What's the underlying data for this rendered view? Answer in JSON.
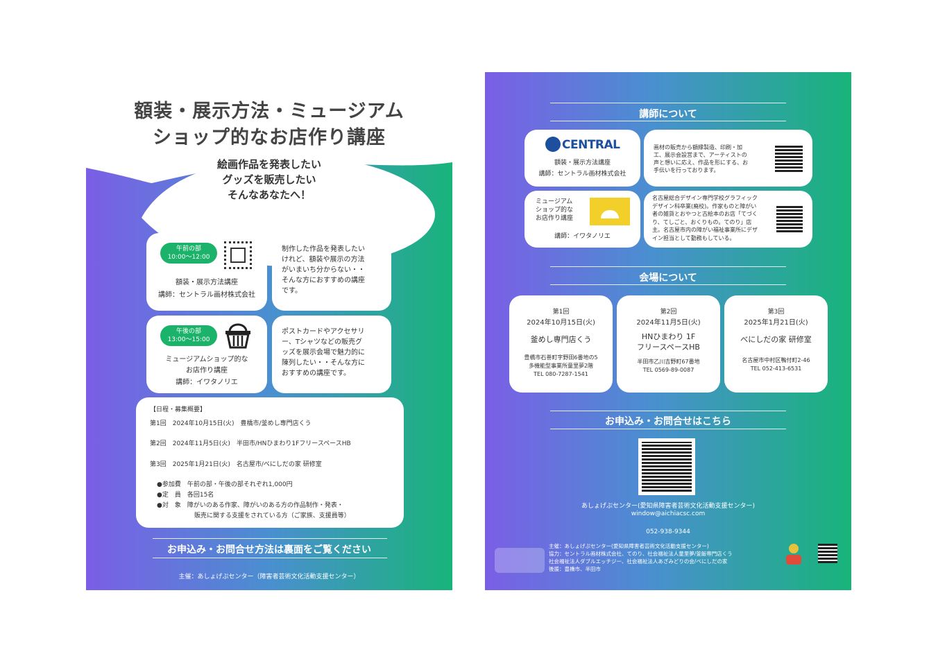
{
  "left": {
    "title_line1": "額装・展示方法・ミュージアム",
    "title_line2": "ショップ的なお店作り講座",
    "subtitle": [
      "絵画作品を発表したい",
      "グッズを販売したい",
      "そんなあなたへ！"
    ],
    "course1": {
      "badge_line1": "午前の部",
      "badge_line2": "10:00〜12:00",
      "name": "額装・展示方法講座",
      "teacher": "講師：セントラル画材株式会社",
      "description": [
        "制作した作品を発表したい",
        "けれど、額装や展示の方法",
        "がいまいち分からない・・",
        "そんな方におすすめの講座",
        "です。"
      ]
    },
    "course2": {
      "badge_line1": "午後の部",
      "badge_line2": "13:00〜15:00",
      "name_line1": "ミュージアムショップ的な",
      "name_line2": "お店作り講座",
      "teacher": "講師：イワタノリエ",
      "description": [
        "ポストカードやアクセサリ",
        "ー、Tシャツなどの販売グ",
        "ッズを展示会場で魅力的に",
        "陳列したい・・そんな方に",
        "おすすめの講座です。"
      ]
    },
    "schedule": {
      "heading": "【日程・募集概要】",
      "rows": [
        "第1回　2024年10月15日(火)　豊橋市/釜めし専門店くう",
        "第2回　2024年11月5日(火)　半田市/HNひまわり1FフリースペースHB",
        "第3回　2025年1月21日(火)　名古屋市/べにしだの家 研修室"
      ],
      "fee": "●参加費　午前の部・午後の部それぞれ1,000円",
      "capacity": "●定　員　各回15名",
      "target_line1": "●対　象　障がいのある作家、障がいのある方の作品制作・発表・",
      "target_line2": "販売に関する支援をされている方（ご家族、支援員等）"
    },
    "notice": "お申込み・お問合せ方法は裏面をご覧ください",
    "organizer": "主催：あしょげぷセンター（障害者芸術文化活動支援センター）"
  },
  "right": {
    "teachers_heading": "講師について",
    "teacher1": {
      "logo": "CENTRAL",
      "course": "額装・展示方法講座",
      "name": "講師：セントラル画材株式会社",
      "description": [
        "画材の販売から額縁製造、印刷・加",
        "工、展示会設営まで、アーティストの",
        "声と想いに応え、作品を形にする、お",
        "手伝いを行っております。"
      ]
    },
    "teacher2": {
      "course_line1": "ミュージアム",
      "course_line2": "ショップ的な",
      "course_line3": "お店作り講座",
      "name": "講師：イワタノリエ",
      "description": [
        "名古屋総合デザイン専門学校グラフィック",
        "デザイン科卒業(廃校)。作家ものと障がい",
        "者の雑貨とおやつと古絵本のお店「てづく",
        "り、てしごと、おくりもの。てのり」店",
        "主。名古屋市内の障がい福祉事業所にデザ",
        "イン担当として勤務もしている。"
      ]
    },
    "venue_heading": "会場について",
    "venues": [
      {
        "round": "第1回",
        "date": "2024年10月15日(火)",
        "place": "釜めし専門店くう",
        "address_line1": "豊橋市石巻町字野田6番地の5",
        "address_line2": "多機能型事業所童里夢2階",
        "tel": "TEL 080-7287-1541"
      },
      {
        "round": "第2回",
        "date": "2024年11月5日(火)",
        "place": "HNひまわり 1F",
        "place_line2": "フリースペースHB",
        "address_line1": "半田市乙川吉野町67番地",
        "address_line2": "",
        "tel": "TEL 0569-89-0087"
      },
      {
        "round": "第3回",
        "date": "2025年1月21日(火)",
        "place": "べにしだの家 研修室",
        "address_line1": "名古屋市中村区鴨付町2-46",
        "address_line2": "",
        "tel": "TEL 052-413-6531"
      }
    ],
    "contact_heading": "お申込み・お問合せはこちら",
    "contact_org": "あしょげぷセンター(愛知県障害者芸術文化活動支援センター)",
    "contact_email": "window@aichiacsc.com",
    "contact_tel": "052-938-9344",
    "footer_lines": [
      "主催：あしょげぷセンター(愛知県障害者芸術文化活動支援センター)",
      "協力：セントラル画材株式会社、てのり、社会福祉法人童里夢/釜飯専門店くう",
      "社会福祉法人ダブルエッチジー、社会福祉法人あざみどりの会/べにしだの家",
      "後援：豊橋市、半田市"
    ]
  }
}
